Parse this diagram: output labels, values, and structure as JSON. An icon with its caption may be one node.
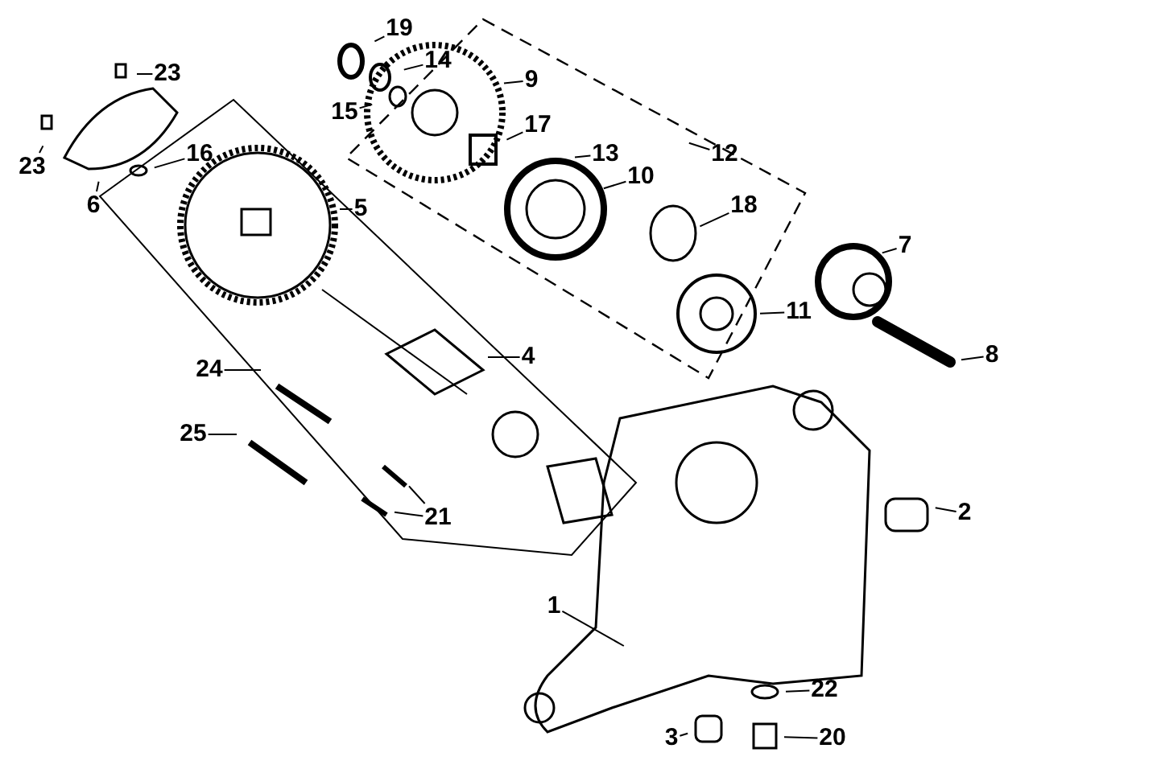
{
  "diagram": {
    "nodes": [
      {
        "text": [
          "19"
        ]
      },
      {
        "text": [
          "23"
        ]
      },
      {
        "text": [
          "14"
        ]
      },
      {
        "text": [
          "9"
        ]
      },
      {
        "text": [
          "15"
        ]
      },
      {
        "text": [
          "17"
        ]
      },
      {
        "text": [
          "13"
        ]
      },
      {
        "text": [
          "12"
        ]
      },
      {
        "text": [
          "23"
        ]
      },
      {
        "text": [
          "10"
        ]
      },
      {
        "text": [
          "16"
        ]
      },
      {
        "text": [
          "6"
        ]
      },
      {
        "text": [
          "5"
        ]
      },
      {
        "text": [
          "18"
        ]
      },
      {
        "text": [
          "7"
        ]
      },
      {
        "text": [
          "11"
        ]
      },
      {
        "text": [
          "8"
        ]
      },
      {
        "text": [
          "4"
        ]
      },
      {
        "text": [
          "24"
        ]
      },
      {
        "text": [
          "25"
        ]
      },
      {
        "text": [
          "21"
        ]
      },
      {
        "text": [
          "2"
        ]
      },
      {
        "text": [
          "1"
        ]
      },
      {
        "text": [
          "22"
        ]
      },
      {
        "text": [
          "3"
        ]
      },
      {
        "text": [
          "20"
        ]
      }
    ],
    "edges": [
      {
        "from": 0,
        "to": null,
        "arrow": "none"
      },
      {
        "from": 1,
        "to": null,
        "arrow": "none"
      },
      {
        "from": 2,
        "to": null,
        "arrow": "none"
      },
      {
        "from": 3,
        "to": null,
        "arrow": "none"
      },
      {
        "from": 4,
        "to": null,
        "arrow": "none"
      },
      {
        "from": 5,
        "to": null,
        "arrow": "none"
      },
      {
        "from": 6,
        "to": null,
        "arrow": "none"
      },
      {
        "from": 7,
        "to": null,
        "arrow": "none"
      },
      {
        "from": 8,
        "to": null,
        "arrow": "none"
      },
      {
        "from": 9,
        "to": null,
        "arrow": "none"
      },
      {
        "from": 10,
        "to": null,
        "arrow": "none"
      },
      {
        "from": 11,
        "to": null,
        "arrow": "none"
      },
      {
        "from": 12,
        "to": null,
        "arrow": "none"
      },
      {
        "from": 13,
        "to": null,
        "arrow": "none"
      },
      {
        "from": 14,
        "to": null,
        "arrow": "none"
      },
      {
        "from": 15,
        "to": null,
        "arrow": "none"
      },
      {
        "from": 16,
        "to": null,
        "arrow": "none"
      },
      {
        "from": 17,
        "to": null,
        "arrow": "none"
      },
      {
        "from": 18,
        "to": null,
        "arrow": "none"
      },
      {
        "from": 19,
        "to": null,
        "arrow": "none"
      },
      {
        "from": 20,
        "to": null,
        "arrow": "none"
      },
      {
        "from": 20,
        "to": null,
        "arrow": "none"
      },
      {
        "from": 21,
        "to": null,
        "arrow": "none"
      },
      {
        "from": 22,
        "to": null,
        "arrow": "none"
      },
      {
        "from": 23,
        "to": null,
        "arrow": "none"
      },
      {
        "from": 24,
        "to": null,
        "arrow": "none"
      },
      {
        "from": 25,
        "to": null,
        "arrow": "none"
      }
    ]
  }
}
